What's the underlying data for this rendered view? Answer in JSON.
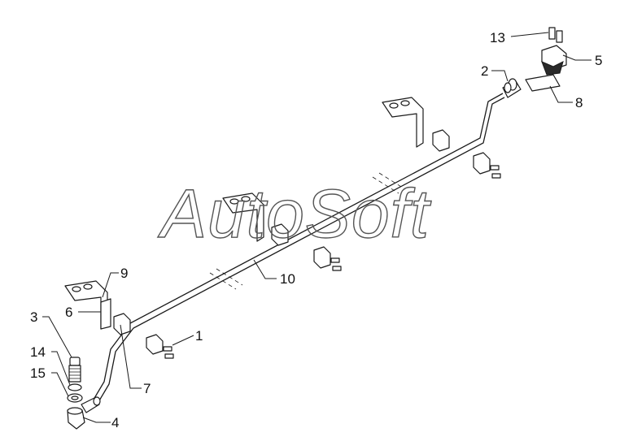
{
  "watermark": {
    "text": "AutoSoft"
  },
  "callouts": [
    {
      "id": "c1",
      "label": "1"
    },
    {
      "id": "c2",
      "label": "2"
    },
    {
      "id": "c3",
      "label": "3"
    },
    {
      "id": "c4",
      "label": "4"
    },
    {
      "id": "c5",
      "label": "5"
    },
    {
      "id": "c6",
      "label": "6"
    },
    {
      "id": "c7",
      "label": "7"
    },
    {
      "id": "c8",
      "label": "8"
    },
    {
      "id": "c9",
      "label": "9"
    },
    {
      "id": "c10",
      "label": "10"
    },
    {
      "id": "c13",
      "label": "13"
    },
    {
      "id": "c14",
      "label": "14"
    },
    {
      "id": "c15",
      "label": "15"
    }
  ]
}
